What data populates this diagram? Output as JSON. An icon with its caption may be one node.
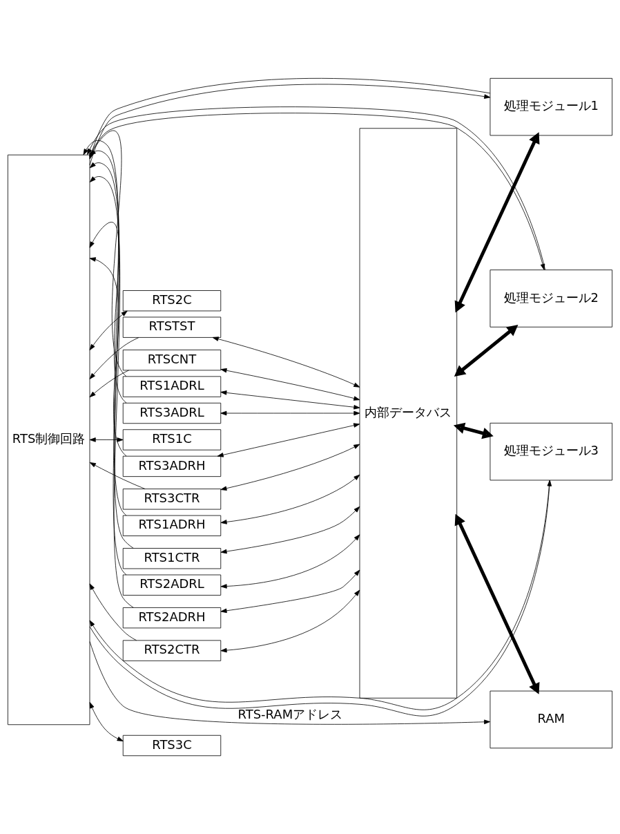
{
  "diagram": {
    "nodes": [
      {
        "text": [
          "RTS制御回路"
        ]
      },
      {
        "text": [
          "内部データバス"
        ]
      },
      {
        "text": [
          "RTS1ADRL"
        ]
      },
      {
        "text": [
          "RTS1ADRH"
        ]
      },
      {
        "text": [
          "RTS1CTR"
        ]
      },
      {
        "text": [
          "RTS1C"
        ]
      },
      {
        "text": [
          "処理モジュール1"
        ]
      },
      {
        "text": [
          "RTS2ADRL"
        ]
      },
      {
        "text": [
          "RTS2ADRH"
        ]
      },
      {
        "text": [
          "RTS2CTR"
        ]
      },
      {
        "text": [
          "RTS2C"
        ]
      },
      {
        "text": [
          "処理モジュール2"
        ]
      },
      {
        "text": [
          "RTS3ADRL"
        ]
      },
      {
        "text": [
          "RTS3ADRH"
        ]
      },
      {
        "text": [
          "RTS3CTR"
        ]
      },
      {
        "text": [
          "RTS3C"
        ]
      },
      {
        "text": [
          "処理モジュール3"
        ]
      },
      {
        "text": [
          "RTSTST"
        ]
      },
      {
        "text": [
          "RTSCNT"
        ]
      },
      {
        "text": [
          "RAM"
        ]
      }
    ],
    "edges": [
      {
        "from": 2,
        "to": 0,
        "arrow": "to"
      },
      {
        "from": 2,
        "to": 1,
        "arrow": "both"
      },
      {
        "from": 3,
        "to": 0,
        "arrow": "to"
      },
      {
        "from": 3,
        "to": 1,
        "arrow": "both"
      },
      {
        "from": 4,
        "to": 0,
        "arrow": "to"
      },
      {
        "from": 4,
        "to": 1,
        "arrow": "both"
      },
      {
        "from": 0,
        "to": 5,
        "arrow": "both"
      },
      {
        "from": 1,
        "to": 6,
        "arrow": "both",
        "style": "thick"
      },
      {
        "from": 0,
        "to": 6,
        "arrow": "to"
      },
      {
        "from": 6,
        "to": 0,
        "arrow": "to"
      },
      {
        "from": 7,
        "to": 0,
        "arrow": "to"
      },
      {
        "from": 7,
        "to": 1,
        "arrow": "both"
      },
      {
        "from": 8,
        "to": 0,
        "arrow": "to"
      },
      {
        "from": 8,
        "to": 1,
        "arrow": "both"
      },
      {
        "from": 9,
        "to": 0,
        "arrow": "to"
      },
      {
        "from": 9,
        "to": 1,
        "arrow": "both"
      },
      {
        "from": 0,
        "to": 10,
        "arrow": "both"
      },
      {
        "from": 1,
        "to": 11,
        "arrow": "both",
        "style": "thick"
      },
      {
        "from": 0,
        "to": 11,
        "arrow": "to"
      },
      {
        "from": 11,
        "to": 0,
        "arrow": "to"
      },
      {
        "from": 12,
        "to": 0,
        "arrow": "to"
      },
      {
        "from": 12,
        "to": 1,
        "arrow": "both"
      },
      {
        "from": 13,
        "to": 0,
        "arrow": "to"
      },
      {
        "from": 13,
        "to": 1,
        "arrow": "both"
      },
      {
        "from": 14,
        "to": 0,
        "arrow": "to"
      },
      {
        "from": 14,
        "to": 1,
        "arrow": "both"
      },
      {
        "from": 0,
        "to": 15,
        "arrow": "both"
      },
      {
        "from": 1,
        "to": 16,
        "arrow": "both",
        "style": "thick"
      },
      {
        "from": 0,
        "to": 16,
        "arrow": "to"
      },
      {
        "from": 16,
        "to": 0,
        "arrow": "to"
      },
      {
        "from": 17,
        "to": 0,
        "arrow": "to"
      },
      {
        "from": 17,
        "to": 1,
        "arrow": "both"
      },
      {
        "from": 18,
        "to": 0,
        "arrow": "to"
      },
      {
        "from": 18,
        "to": 1,
        "arrow": "both"
      },
      {
        "from": 1,
        "to": 19,
        "arrow": "both",
        "style": "thick"
      },
      {
        "from": 0,
        "to": 19,
        "arrow": "to",
        "label": "RTS-RAMアドレス"
      }
    ]
  }
}
